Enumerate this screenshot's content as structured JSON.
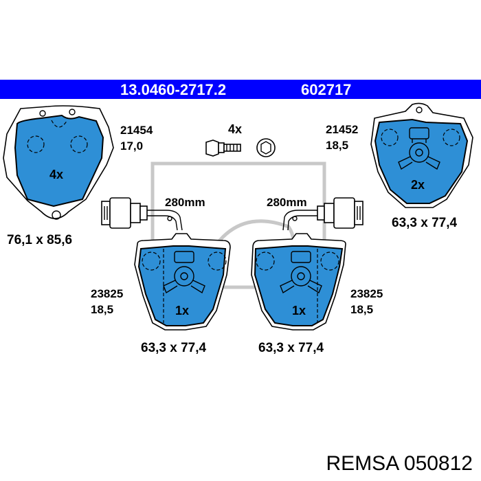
{
  "header": {
    "part_number": "13.0460-2717.2",
    "ref_number": "602717",
    "bar_color": "#0000ff",
    "text_color": "#ffffff"
  },
  "pad_color": "#2e8fd6",
  "hardware": {
    "quantity": "4x"
  },
  "pads": {
    "top_left": {
      "number": "21454",
      "thickness": "17,0",
      "quantity": "4x",
      "dimensions": "76,1 x 85,6"
    },
    "top_right": {
      "number": "21452",
      "thickness": "18,5",
      "quantity": "2x",
      "dimensions": "63,3 x 77,4"
    },
    "bottom_left": {
      "number": "23825",
      "thickness": "18,5",
      "quantity": "1x",
      "dimensions": "63,3 x 77,4",
      "wire_length": "280mm"
    },
    "bottom_right": {
      "number": "23825",
      "thickness": "18,5",
      "quantity": "1x",
      "dimensions": "63,3 x 77,4",
      "wire_length": "280mm"
    }
  },
  "footer": {
    "brand": "REMSA 050812"
  }
}
